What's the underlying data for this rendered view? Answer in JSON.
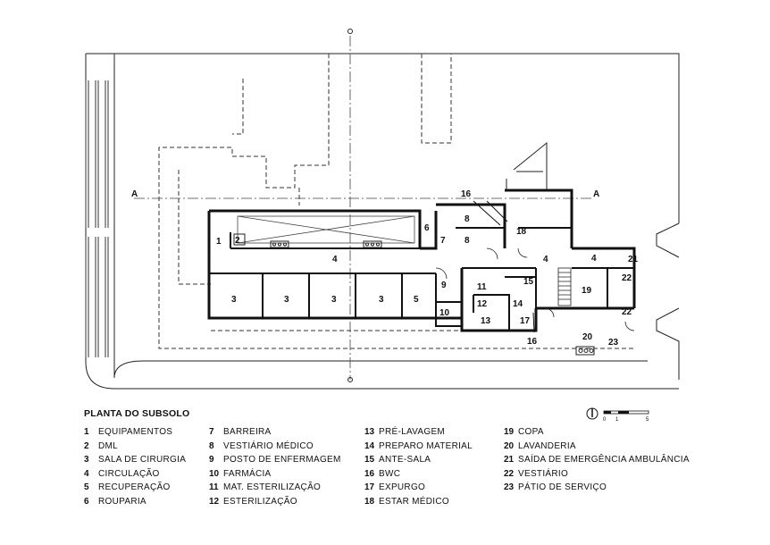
{
  "title": "PLANTA DO SUBSOLO",
  "scale": {
    "ticks": [
      "0",
      "1",
      "5"
    ]
  },
  "legend": [
    {
      "num": "1",
      "label": "EQUIPAMENTOS"
    },
    {
      "num": "2",
      "label": "DML"
    },
    {
      "num": "3",
      "label": "SALA DE CIRURGIA"
    },
    {
      "num": "4",
      "label": "CIRCULAÇÃO"
    },
    {
      "num": "5",
      "label": "RECUPERAÇÃO"
    },
    {
      "num": "6",
      "label": "ROUPARIA"
    },
    {
      "num": "7",
      "label": "BARREIRA"
    },
    {
      "num": "8",
      "label": "VESTIÁRIO MÉDICO"
    },
    {
      "num": "9",
      "label": "POSTO DE ENFERMAGEM"
    },
    {
      "num": "10",
      "label": "FARMÁCIA"
    },
    {
      "num": "11",
      "label": "MAT. ESTERILIZAÇÃO"
    },
    {
      "num": "12",
      "label": "ESTERILIZAÇÃO"
    },
    {
      "num": "13",
      "label": "PRÉ-LAVAGEM"
    },
    {
      "num": "14",
      "label": "PREPARO MATERIAL"
    },
    {
      "num": "15",
      "label": "ANTE-SALA"
    },
    {
      "num": "16",
      "label": "BWC"
    },
    {
      "num": "17",
      "label": "EXPURGO"
    },
    {
      "num": "18",
      "label": "ESTAR MÉDICO"
    },
    {
      "num": "19",
      "label": "COPA"
    },
    {
      "num": "20",
      "label": "LAVANDERIA"
    },
    {
      "num": "21",
      "label": "SAÍDA DE EMERGÊNCIA AMBULÂNCIA"
    },
    {
      "num": "22",
      "label": "VESTIÁRIO"
    },
    {
      "num": "23",
      "label": "PÁTIO DE SERVIÇO"
    }
  ],
  "room_labels": {
    "r1": "1",
    "r2": "2",
    "r3a": "3",
    "r3b": "3",
    "r3c": "3",
    "r3d": "3",
    "r4a": "4",
    "r4b": "4",
    "r4c": "4",
    "r5": "5",
    "r6": "6",
    "r7": "7",
    "r8a": "8",
    "r8b": "8",
    "r9": "9",
    "r10": "10",
    "r11": "11",
    "r12": "12",
    "r13": "13",
    "r14": "14",
    "r15": "15",
    "r16a": "16",
    "r16b": "16",
    "r17": "17",
    "r18": "18",
    "r19": "19",
    "r20": "20",
    "r21": "21",
    "r22a": "22",
    "r22b": "22",
    "r23": "23"
  },
  "section_marks": {
    "left": "A",
    "right": "A"
  }
}
